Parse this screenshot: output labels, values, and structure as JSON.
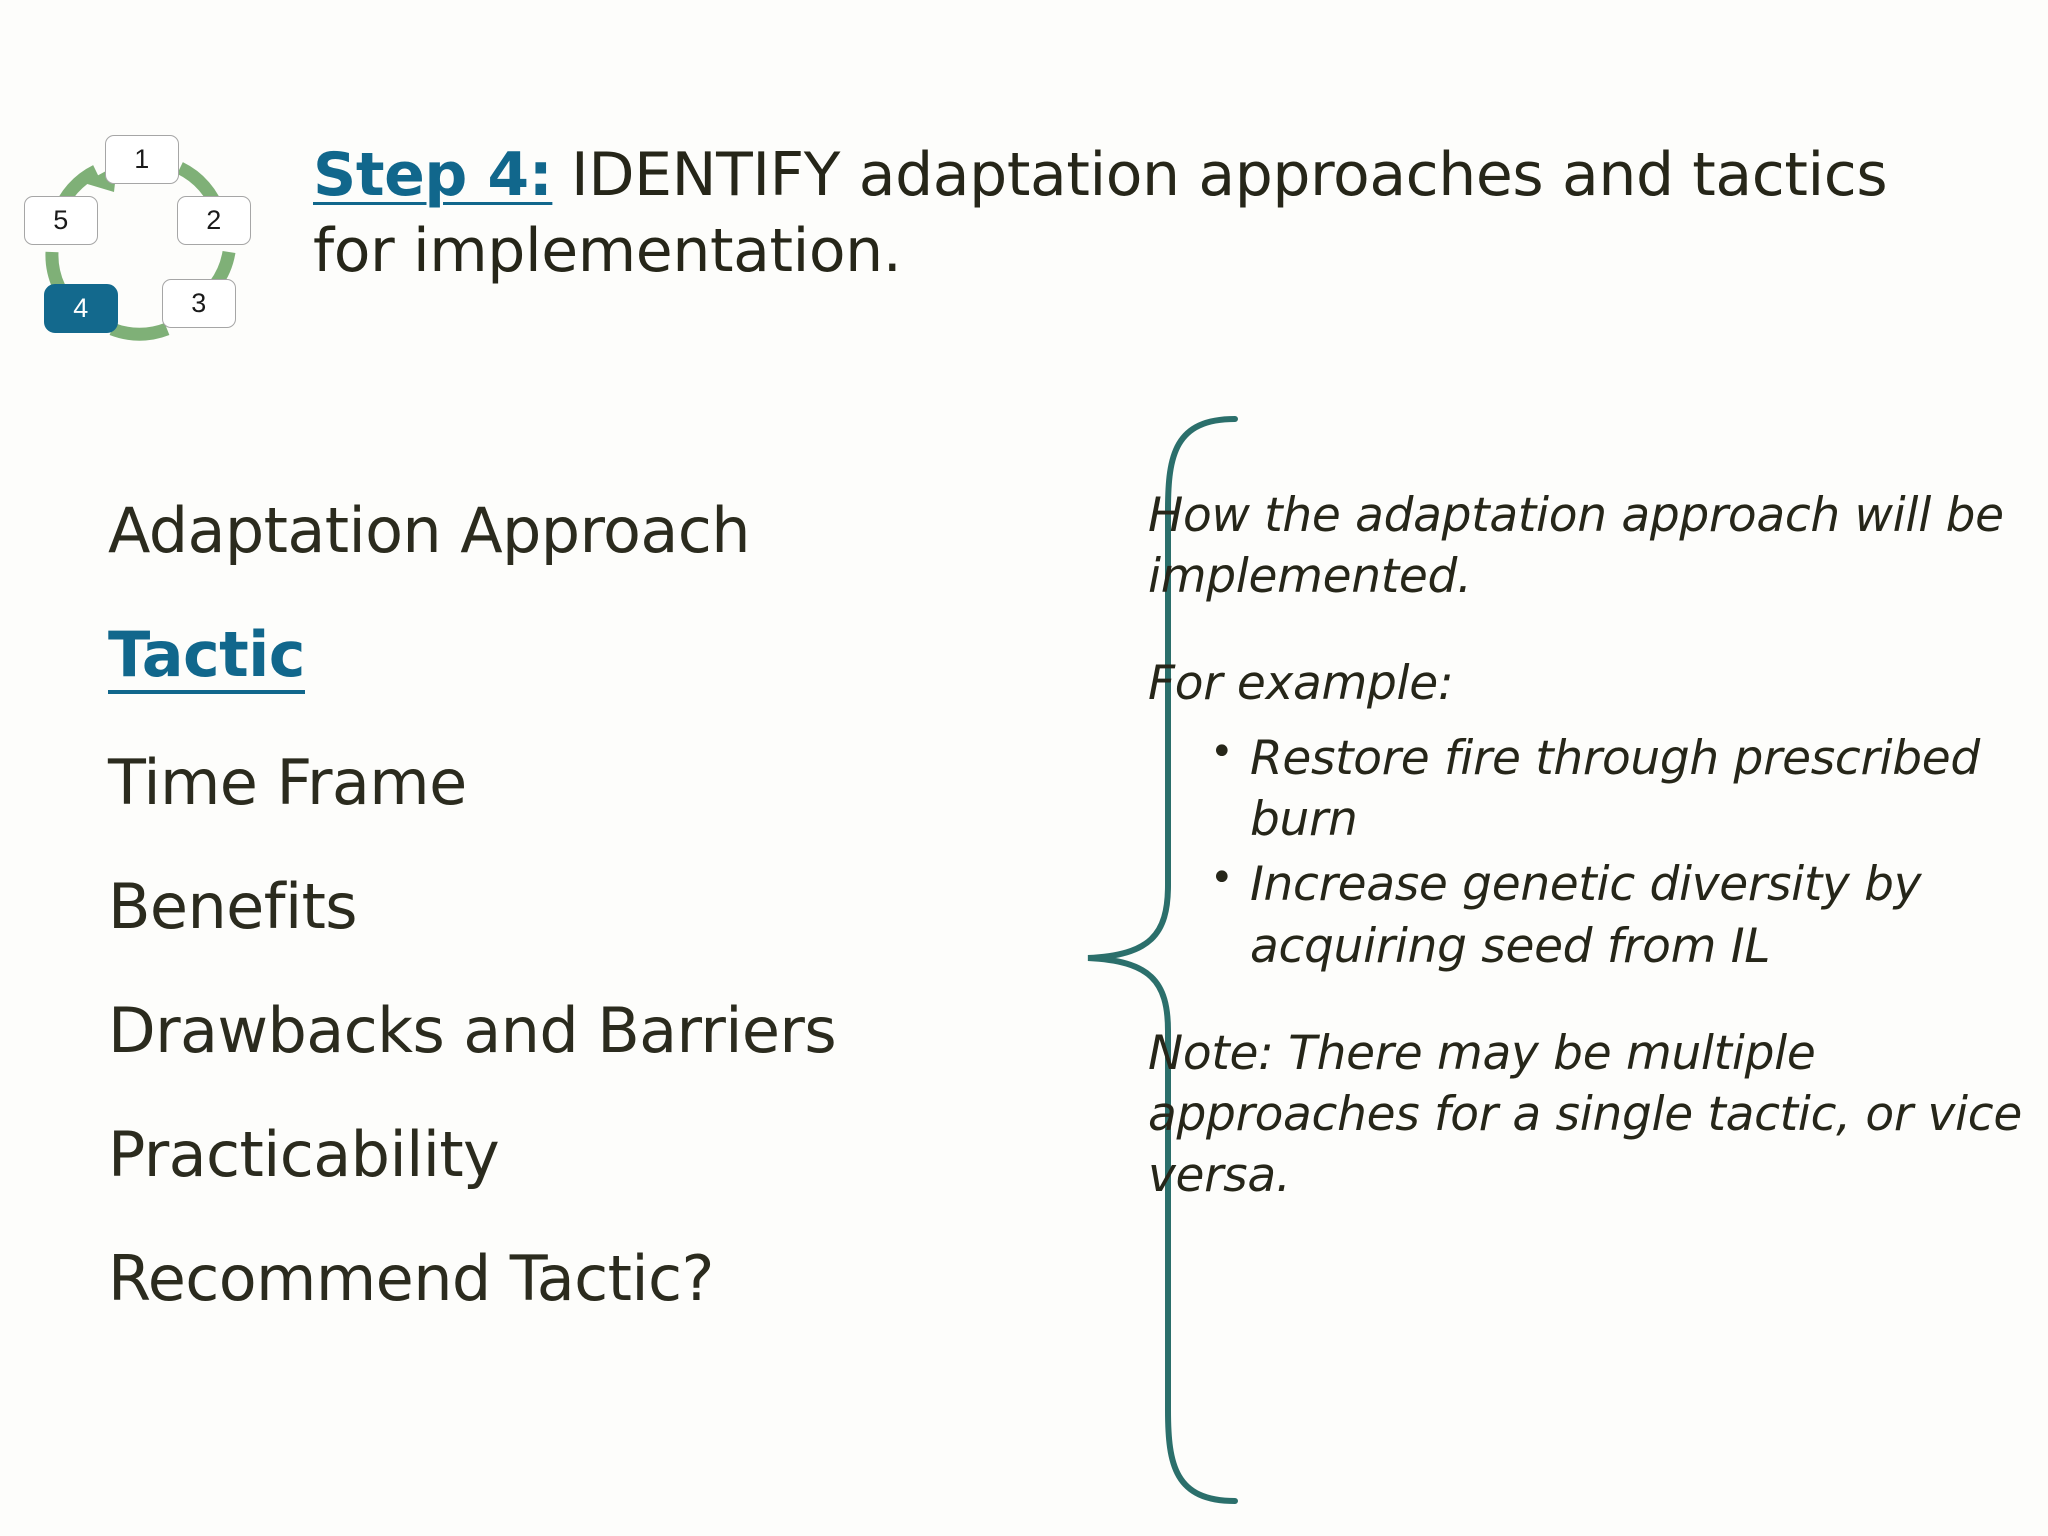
{
  "slide": {
    "background_color": "#fdfdfb",
    "accent_color": "#11678c",
    "text_color": "#2b2b1e",
    "brace_color": "#2b6f6b",
    "cycle_arrow_color": "#7fb077"
  },
  "cycle": {
    "name": "five-step-cycle",
    "active_step": "4",
    "nodes": [
      {
        "label": "1",
        "active": false
      },
      {
        "label": "2",
        "active": false
      },
      {
        "label": "3",
        "active": false
      },
      {
        "label": "4",
        "active": true
      },
      {
        "label": "5",
        "active": false
      }
    ]
  },
  "header": {
    "step_label": "Step 4:",
    "title_rest": " IDENTIFY adaptation approaches and tactics for implementation."
  },
  "left_list": {
    "items": [
      {
        "label": "Adaptation Approach",
        "accent": false
      },
      {
        "label": "Tactic",
        "accent": true
      },
      {
        "label": "Time Frame",
        "accent": false
      },
      {
        "label": "Benefits",
        "accent": false
      },
      {
        "label": "Drawbacks and Barriers",
        "accent": false
      },
      {
        "label": "Practicability",
        "accent": false
      },
      {
        "label": "Recommend Tactic?",
        "accent": false
      }
    ]
  },
  "right_column": {
    "intro": "How the adaptation approach will be implemented.",
    "example_heading": "For example:",
    "bullets": [
      "Restore fire through prescribed burn",
      "Increase genetic diversity by acquiring seed from IL"
    ],
    "note": "Note: There may be multiple approaches for a single tactic, or vice versa."
  }
}
